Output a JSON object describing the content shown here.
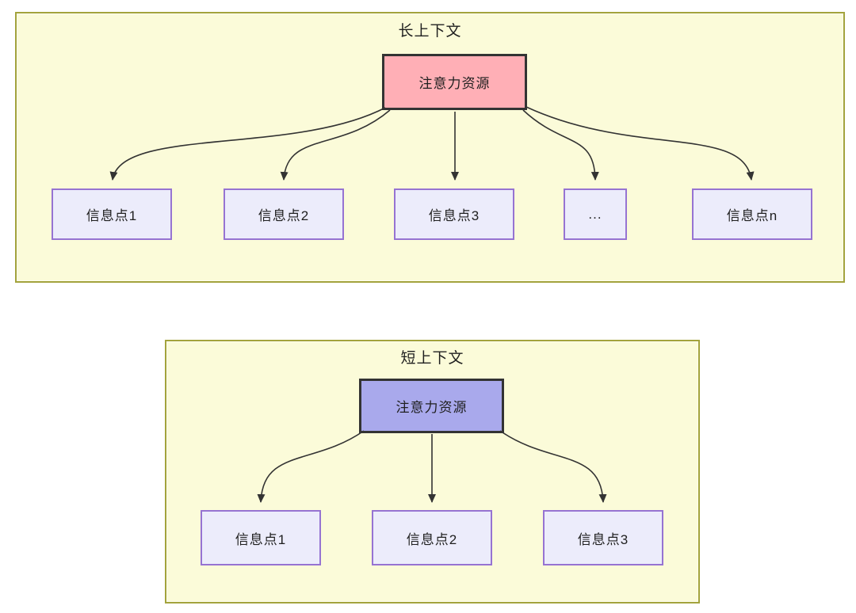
{
  "page": {
    "background": "#ffffff"
  },
  "colors": {
    "container_fill": "#fbfbd9",
    "container_border": "#a3a33c",
    "node_border_dark": "#333333",
    "attention_long_fill": "#ffafb6",
    "attention_short_fill": "#a9a9ec",
    "info_fill": "#ececfb",
    "info_border": "#9673d2",
    "arrow": "#333333",
    "text": "#1f1f1f"
  },
  "sections": [
    {
      "id": "long-context",
      "title": "长上下文",
      "source_label": "注意力资源",
      "targets": [
        "信息点1",
        "信息点2",
        "信息点3",
        "...",
        "信息点n"
      ]
    },
    {
      "id": "short-context",
      "title": "短上下文",
      "source_label": "注意力资源",
      "targets": [
        "信息点1",
        "信息点2",
        "信息点3"
      ]
    }
  ]
}
